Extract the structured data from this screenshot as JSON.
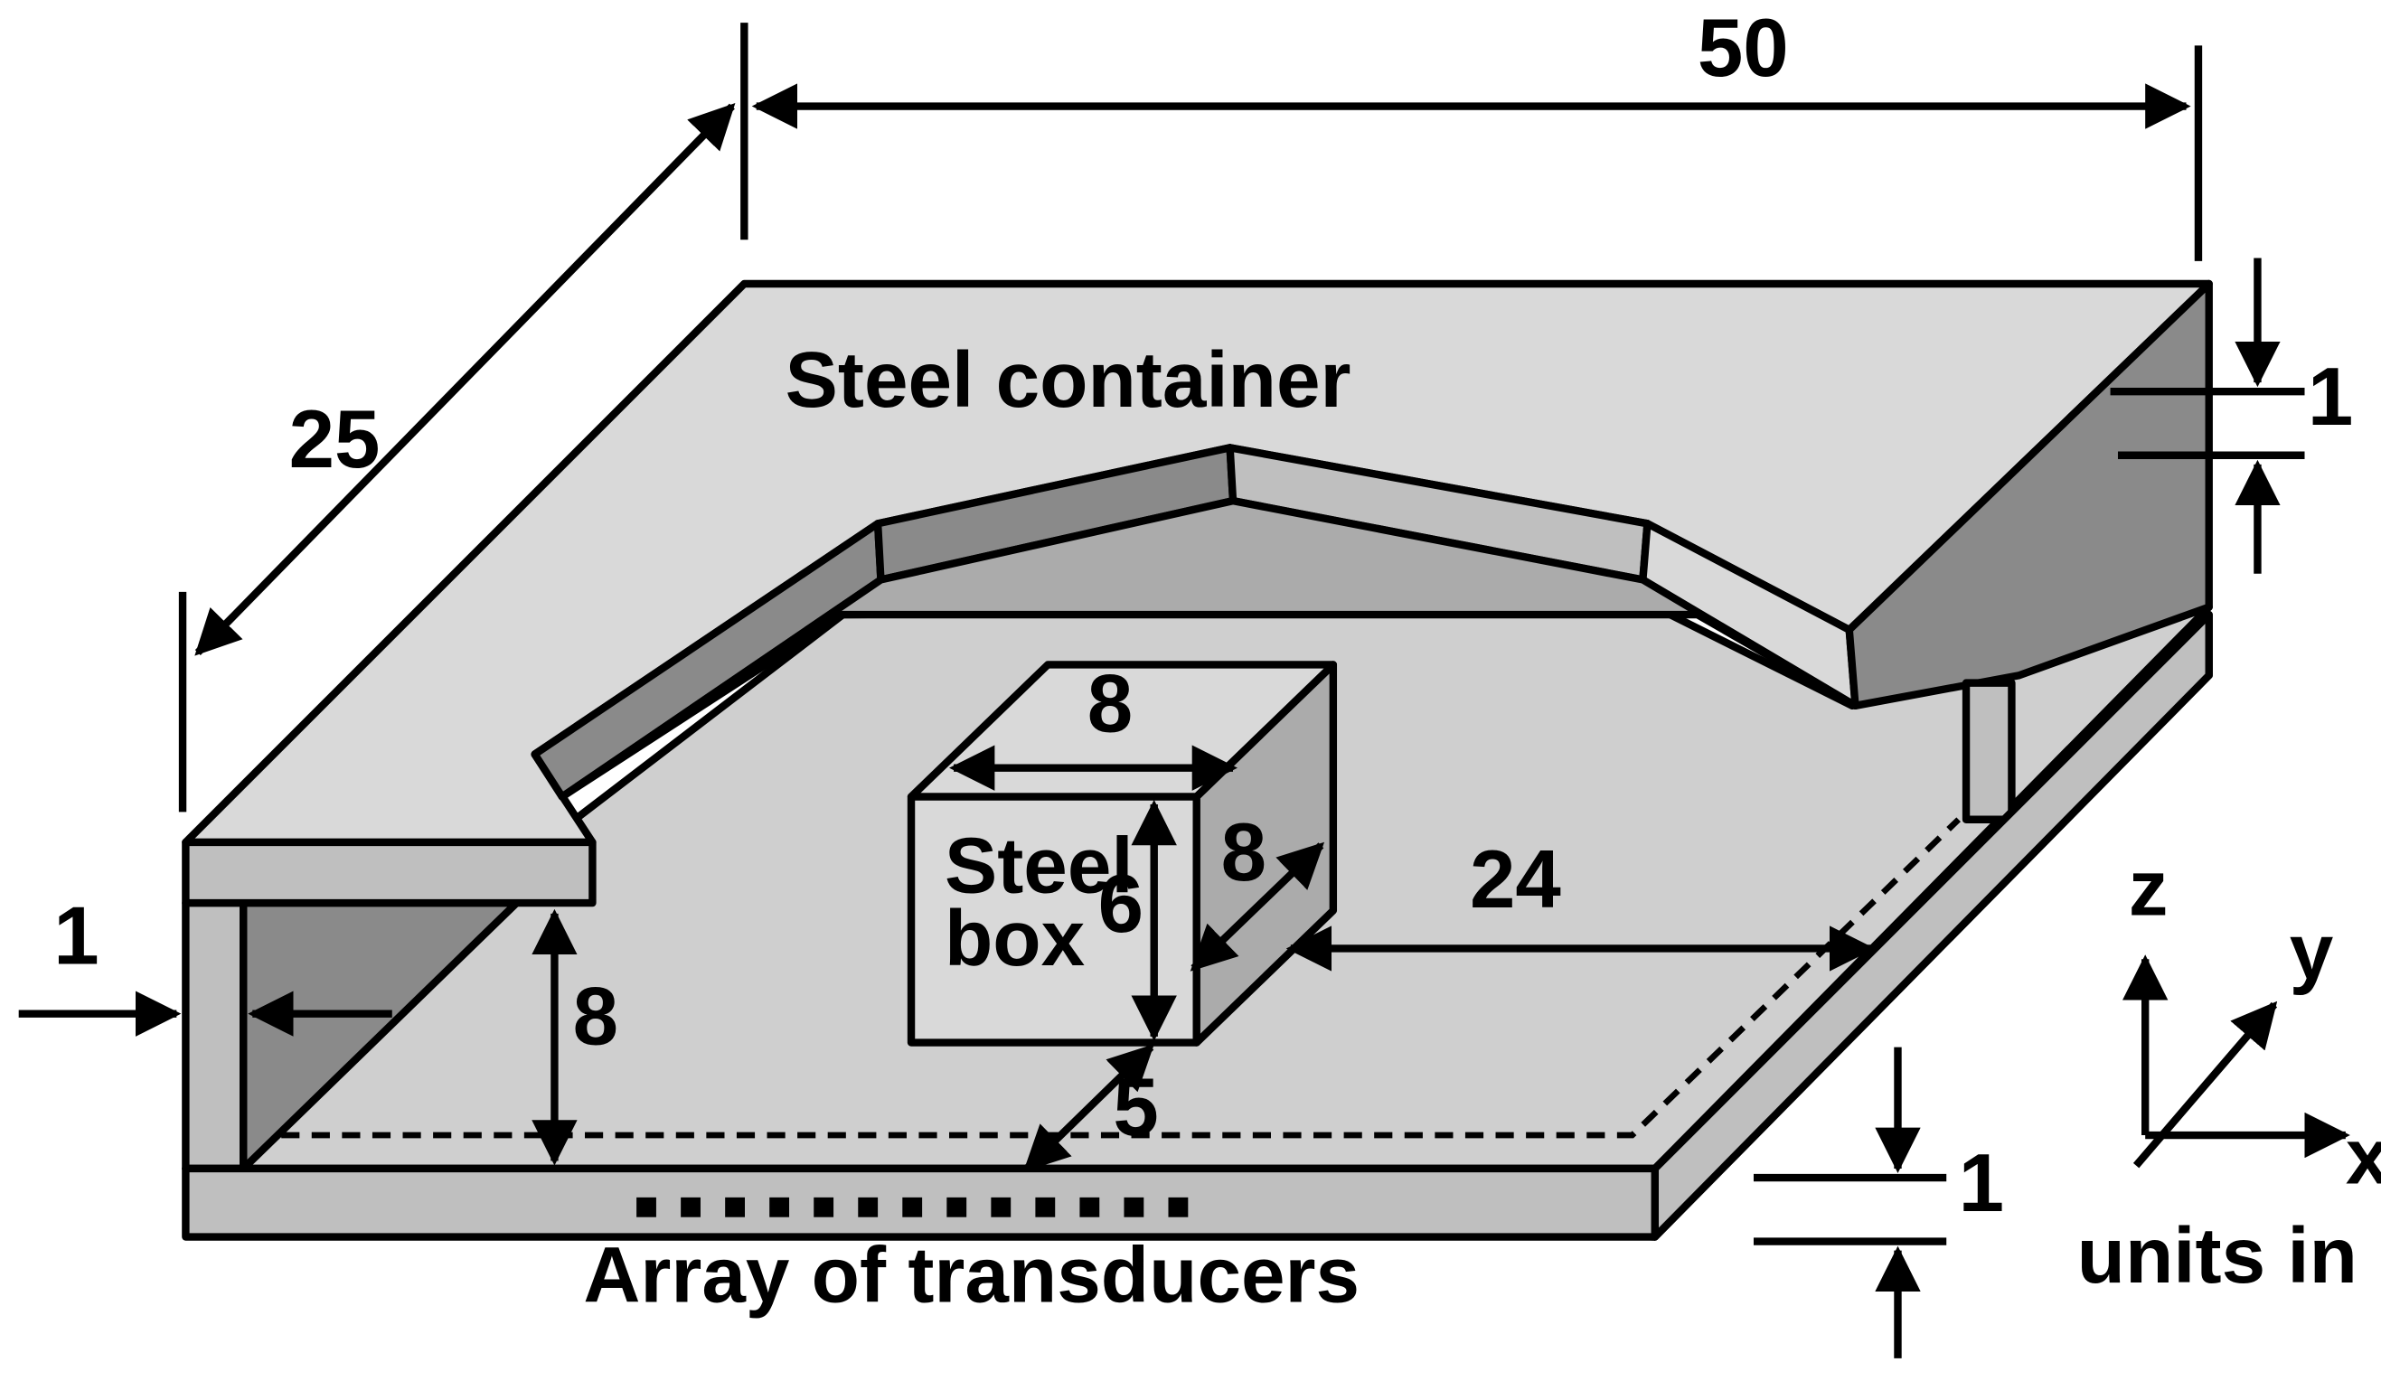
{
  "labels": {
    "steel_container": "Steel container",
    "steel_box_line1": "Steel",
    "steel_box_line2": "box",
    "array": "Array of transducers",
    "units": "units in cm"
  },
  "dimensions": {
    "length": "50",
    "depth": "25",
    "top_thickness": "1",
    "wall_thickness": "1",
    "bottom_thickness": "1",
    "height": "8",
    "box_width": "8",
    "box_depth": "8",
    "box_height": "6",
    "box_to_array": "5",
    "box_to_wall": "24"
  },
  "axes": {
    "x": "x",
    "y": "y",
    "z": "z"
  },
  "colors": {
    "light": "#d9d9d9",
    "mid": "#bfbfbf",
    "medium": "#ababab",
    "dark": "#8a8a8a",
    "line": "#000000"
  },
  "transducer_count": 13
}
